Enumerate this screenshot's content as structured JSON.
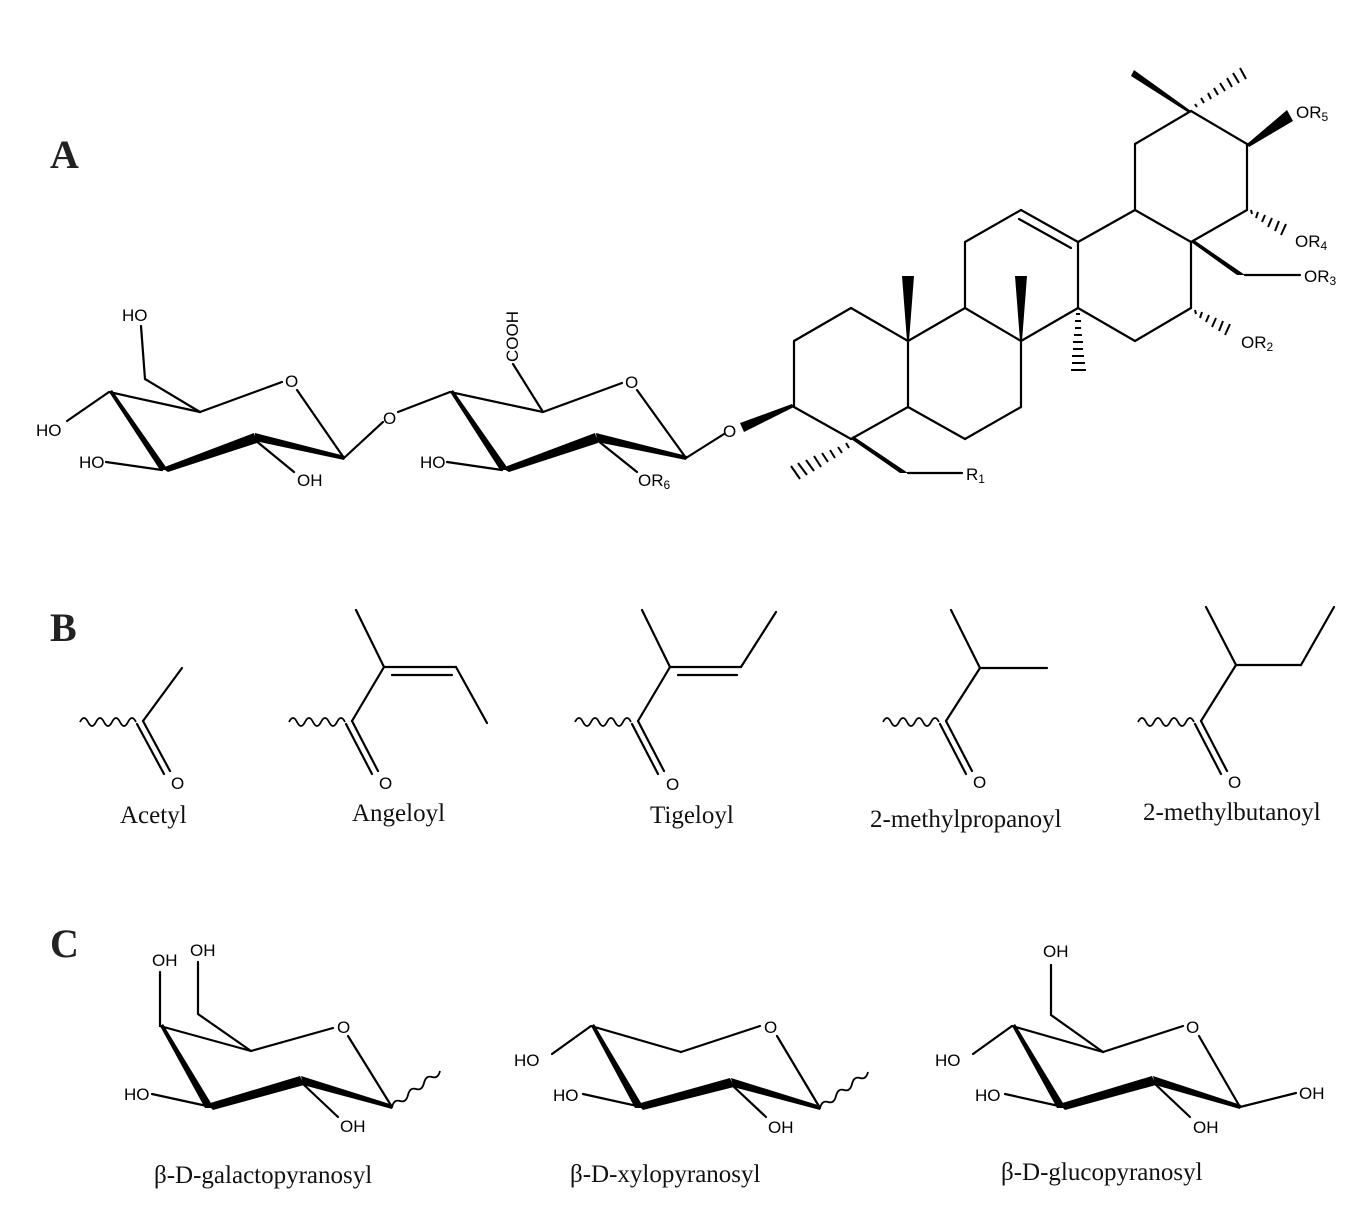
{
  "figure": {
    "panels": {
      "A": {
        "label": "A"
      },
      "B": {
        "label": "B"
      },
      "C": {
        "label": "C"
      }
    },
    "panelA": {
      "glucose_atoms": {
        "ho_top": "HO",
        "o_ring": "O",
        "ho_left": "HO",
        "ho_bottom": "HO",
        "oh_bottom": "OH",
        "o_link": "O"
      },
      "glucuronic_atoms": {
        "cooh": "COOH",
        "o_ring": "O",
        "ho_left": "HO",
        "or6": "OR",
        "or6_sub": "6",
        "o_link": "O"
      },
      "aglycone_atoms": {
        "r1": "R",
        "r1_sub": "1",
        "or2": "OR",
        "or2_sub": "2",
        "or3": "OR",
        "or3_sub": "3",
        "or4": "OR",
        "or4_sub": "4",
        "or5": "OR",
        "or5_sub": "5"
      }
    },
    "panelB": {
      "groups": [
        {
          "name": "Acetyl",
          "o": "O"
        },
        {
          "name": "Angeloyl",
          "o": "O"
        },
        {
          "name": "Tigeloyl",
          "o": "O"
        },
        {
          "name": "2-methylpropanoyl",
          "o": "O"
        },
        {
          "name": "2-methylbutanoyl",
          "o": "O"
        }
      ]
    },
    "panelC": {
      "sugars": [
        {
          "name": "β-D-galactopyranosyl",
          "oh1": "OH",
          "oh2": "OH",
          "o": "O",
          "ho": "HO",
          "oh3": "OH"
        },
        {
          "name": "β-D-xylopyranosyl",
          "ho1": "HO",
          "o": "O",
          "ho2": "HO",
          "oh": "OH"
        },
        {
          "name": "β-D-glucopyranosyl",
          "oh_top": "OH",
          "o": "O",
          "ho1": "HO",
          "ho2": "HO",
          "oh_bottom": "OH",
          "oh_right": "OH"
        }
      ]
    }
  }
}
